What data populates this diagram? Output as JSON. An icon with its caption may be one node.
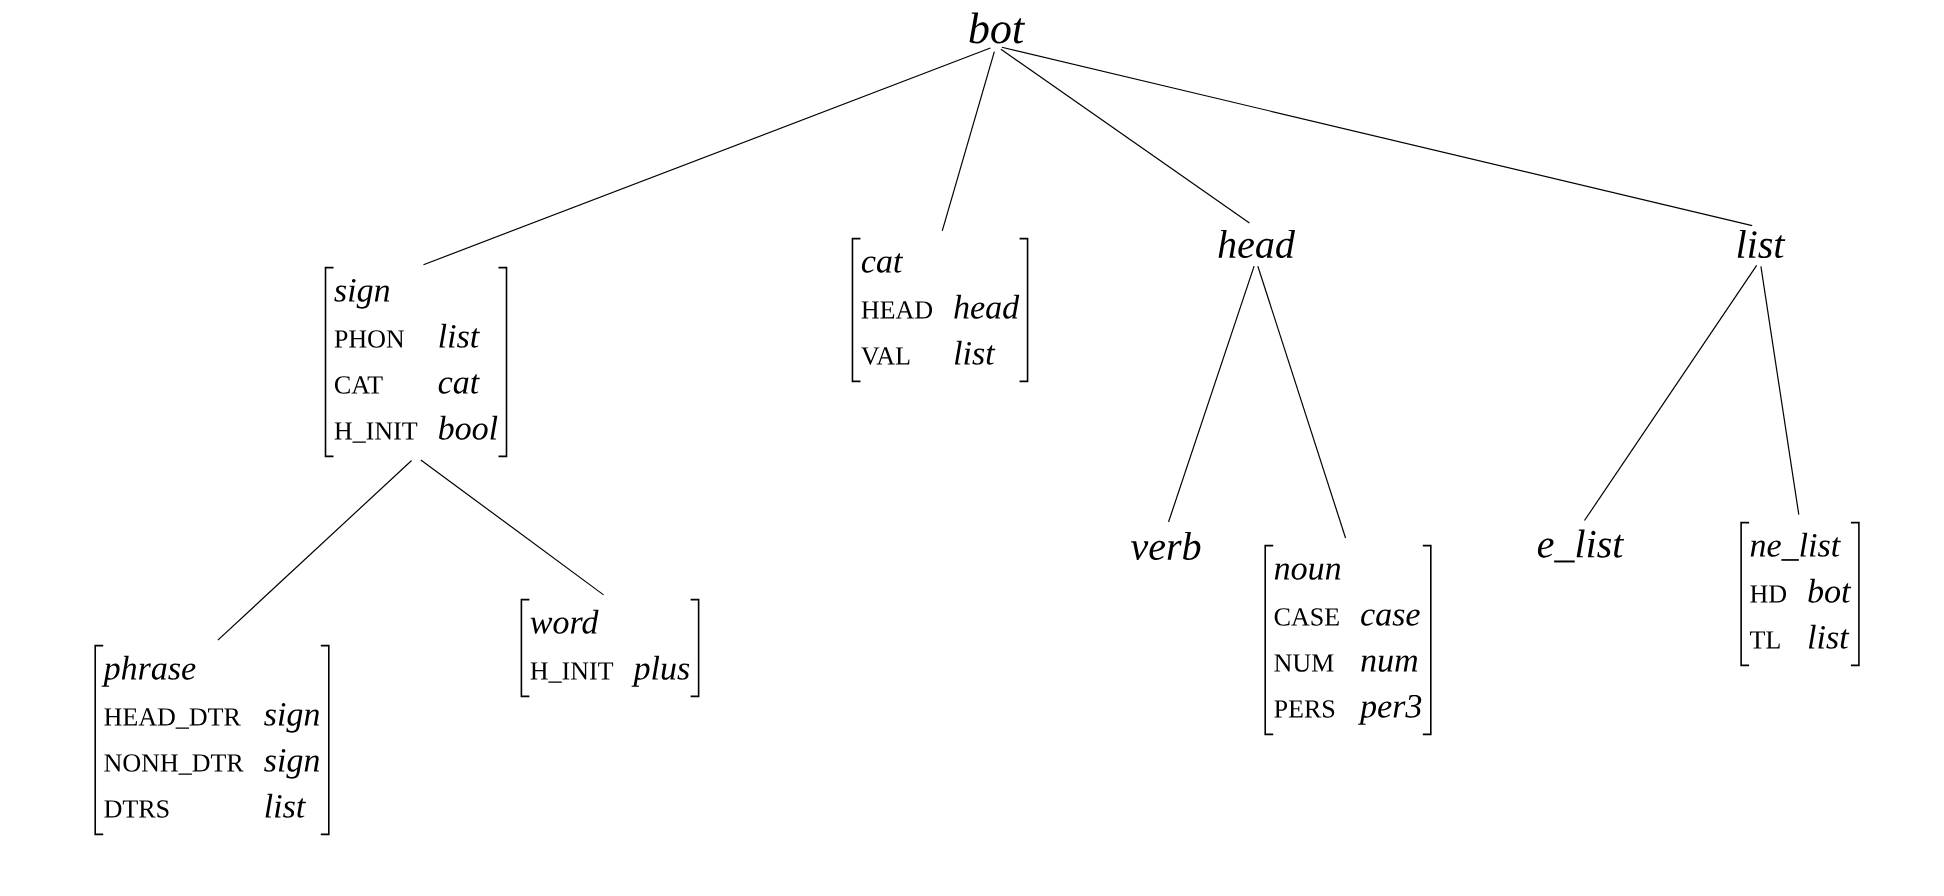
{
  "diagram": {
    "nodes": [
      {
        "text": [
          "bot"
        ]
      },
      {
        "text": [
          "sign",
          "PHON",
          "list",
          "CAT",
          "cat",
          "H_INIT",
          "bool"
        ]
      },
      {
        "text": [
          "cat",
          "HEAD",
          "head",
          "VAL",
          "list"
        ]
      },
      {
        "text": [
          "head"
        ]
      },
      {
        "text": [
          "list"
        ]
      },
      {
        "text": [
          "phrase",
          "HEAD_DTR",
          "sign",
          "NONH_DTR",
          "sign",
          "DTRS",
          "list"
        ]
      },
      {
        "text": [
          "word",
          "H_INIT",
          "plus"
        ]
      },
      {
        "text": [
          "verb"
        ]
      },
      {
        "text": [
          "noun",
          "CASE",
          "case",
          "NUM",
          "num",
          "PERS",
          "per3"
        ]
      },
      {
        "text": [
          "e_list"
        ]
      },
      {
        "text": [
          "ne_list",
          "HD",
          "bot",
          "TL",
          "list"
        ]
      }
    ],
    "edges": [
      {
        "from": 0,
        "to": 1,
        "arrow": "none"
      },
      {
        "from": 0,
        "to": 2,
        "arrow": "none"
      },
      {
        "from": 0,
        "to": 3,
        "arrow": "none"
      },
      {
        "from": 0,
        "to": 4,
        "arrow": "none"
      },
      {
        "from": 1,
        "to": 5,
        "arrow": "none"
      },
      {
        "from": 1,
        "to": 6,
        "arrow": "none"
      },
      {
        "from": 3,
        "to": 7,
        "arrow": "none"
      },
      {
        "from": 3,
        "to": 8,
        "arrow": "none"
      },
      {
        "from": 4,
        "to": 9,
        "arrow": "none"
      },
      {
        "from": 4,
        "to": 10,
        "arrow": "none"
      }
    ]
  }
}
